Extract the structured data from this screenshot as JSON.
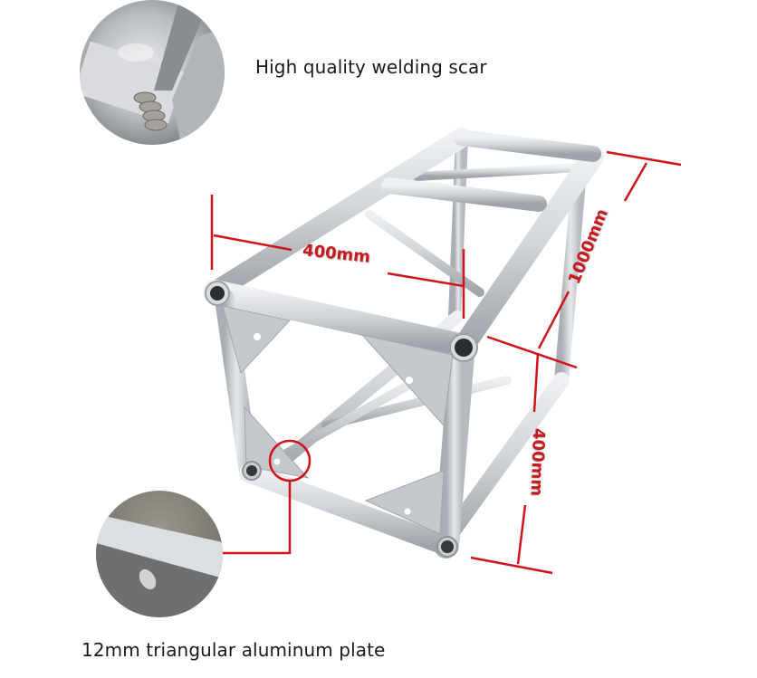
{
  "captions": {
    "weld": "High quality welding scar",
    "plate": "12mm triangular aluminum plate"
  },
  "dimensions": {
    "width": "400mm",
    "length": "1000mm",
    "height": "400mm"
  },
  "colors": {
    "dimension_line": "#d0141c",
    "aluminum": "#c9ccd0",
    "aluminum_dark": "#9ea2a8",
    "background": "#ffffff"
  },
  "insets": [
    {
      "label": "welding-scar-closeup"
    },
    {
      "label": "triangular-plate-closeup"
    }
  ]
}
